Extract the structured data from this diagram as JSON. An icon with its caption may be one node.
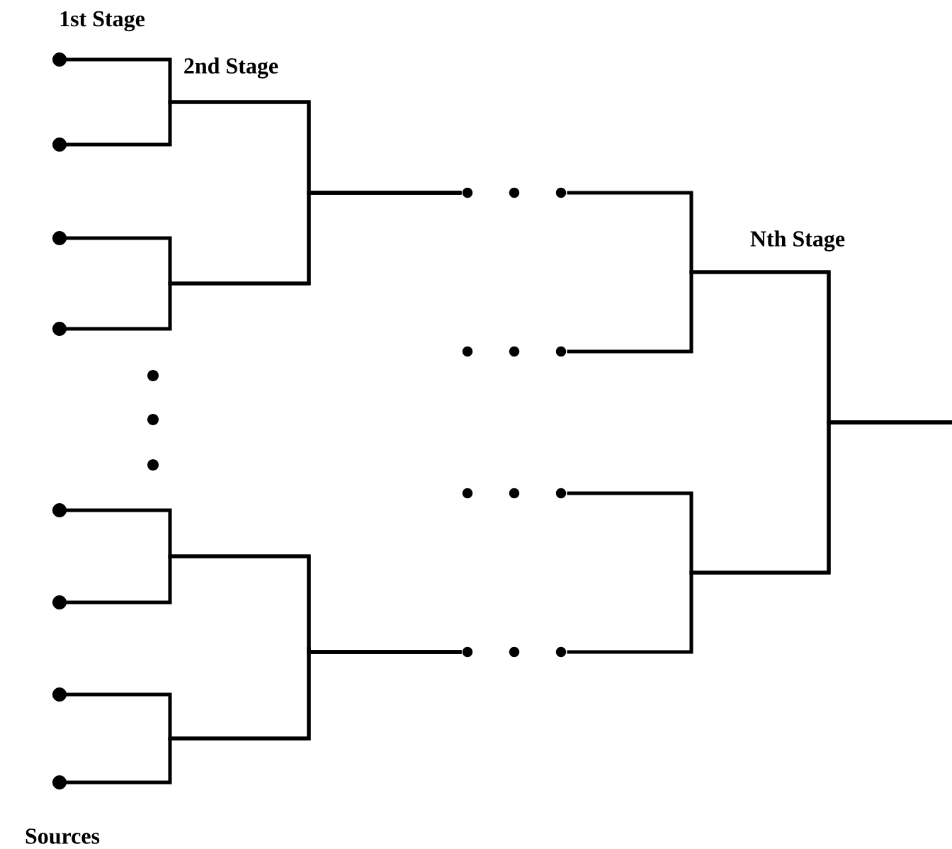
{
  "diagram": {
    "nodes": [
      {
        "text": [],
        "shape": "circle"
      },
      {
        "text": [],
        "shape": "circle"
      },
      {
        "text": [],
        "shape": "circle"
      },
      {
        "text": [],
        "shape": "circle"
      },
      {
        "text": [],
        "shape": "circle"
      },
      {
        "text": [],
        "shape": "circle"
      },
      {
        "text": [],
        "shape": "circle"
      },
      {
        "text": [],
        "shape": "circle"
      },
      {
        "text": [],
        "shape": "dots"
      },
      {
        "text": [],
        "shape": "dots"
      },
      {
        "text": [],
        "shape": "dots"
      },
      {
        "text": [],
        "shape": "dots"
      }
    ],
    "edges": [
      {
        "from": 0,
        "to": 8,
        "arrow": "none"
      },
      {
        "from": 1,
        "to": 8,
        "arrow": "none"
      },
      {
        "from": 2,
        "to": 8,
        "arrow": "none"
      },
      {
        "from": 3,
        "to": 8,
        "arrow": "none"
      },
      {
        "from": 4,
        "to": 11,
        "arrow": "none"
      },
      {
        "from": 5,
        "to": 11,
        "arrow": "none"
      },
      {
        "from": 6,
        "to": 11,
        "arrow": "none"
      },
      {
        "from": 7,
        "to": 11,
        "arrow": "none"
      },
      {
        "from": 8,
        "to": null,
        "arrow": "none"
      },
      {
        "from": 9,
        "to": null,
        "arrow": "none"
      },
      {
        "from": 10,
        "to": null,
        "arrow": "none"
      },
      {
        "from": 11,
        "to": null,
        "arrow": "none"
      }
    ],
    "labels": [
      "1st Stage",
      "2nd Stage",
      "Nth Stage",
      "Sources"
    ]
  }
}
